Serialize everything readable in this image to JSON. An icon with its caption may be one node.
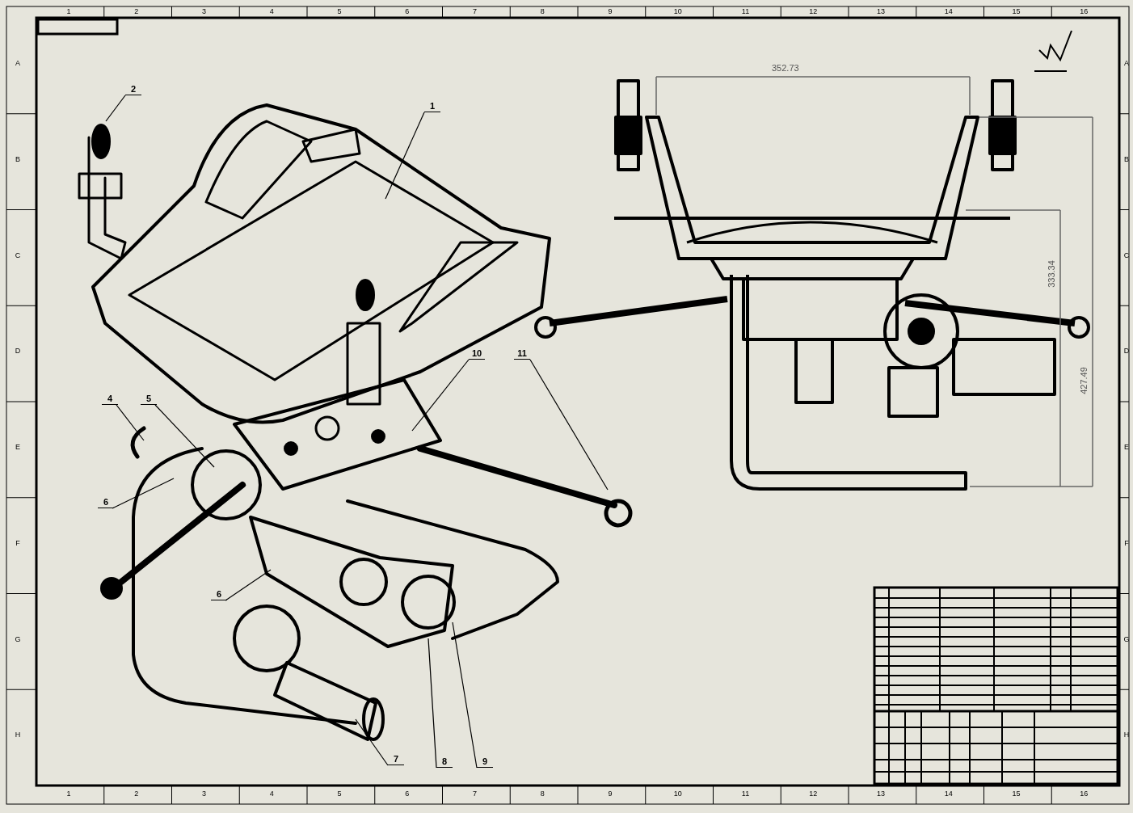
{
  "diagram": {
    "nodes": [
      {
        "text": [
          "2"
        ]
      },
      {
        "text": [
          "1"
        ]
      },
      {
        "text": [
          "10"
        ]
      },
      {
        "text": [
          "11"
        ]
      },
      {
        "text": [
          "4"
        ]
      },
      {
        "text": [
          "5"
        ]
      },
      {
        "text": [
          "6"
        ]
      },
      {
        "text": [
          "6"
        ]
      },
      {
        "text": [
          "7"
        ]
      },
      {
        "text": [
          "8"
        ]
      },
      {
        "text": [
          "9"
        ]
      }
    ],
    "edges": [
      {
        "from": 0,
        "to": null,
        "arrow": "none"
      },
      {
        "from": 1,
        "to": null,
        "arrow": "none"
      },
      {
        "from": 2,
        "to": null,
        "arrow": "none"
      },
      {
        "from": 3,
        "to": null,
        "arrow": "none"
      },
      {
        "from": 4,
        "to": null,
        "arrow": "none"
      },
      {
        "from": 5,
        "to": null,
        "arrow": "none"
      },
      {
        "from": 6,
        "to": null,
        "arrow": "none"
      },
      {
        "from": 7,
        "to": null,
        "arrow": "none"
      },
      {
        "from": 8,
        "to": null,
        "arrow": "none"
      },
      {
        "from": 9,
        "to": null,
        "arrow": "none"
      },
      {
        "from": 10,
        "to": null,
        "arrow": "none"
      }
    ],
    "labels": [
      "352.73",
      "333.34",
      "427.49",
      "1",
      "2",
      "3",
      "4",
      "5",
      "6",
      "7",
      "8",
      "9",
      "10",
      "11",
      "12",
      "13",
      "14",
      "15",
      "16",
      "A",
      "B",
      "C",
      "D",
      "E",
      "F",
      "G",
      "H",
      "1",
      "2",
      "3",
      "4",
      "5",
      "6",
      "7",
      "8",
      "9",
      "10",
      "11",
      "12",
      "13",
      "14",
      "15",
      "16",
      "A",
      "B",
      "C",
      "D",
      "E",
      "F",
      "G",
      "H"
    ]
  }
}
